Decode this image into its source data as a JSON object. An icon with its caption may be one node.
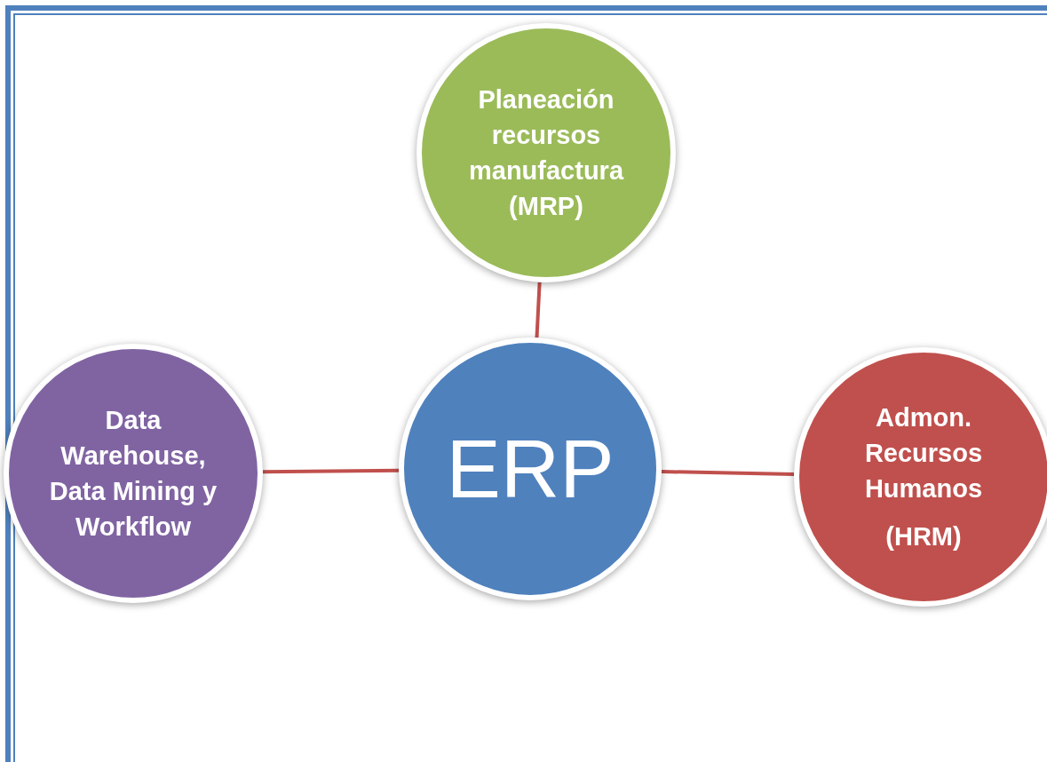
{
  "diagram": {
    "nodes": [
      {
        "text": [
          "Planeación recursos manufactura (MRP)"
        ]
      },
      {
        "text": [
          "Data Warehouse, Data Mining y Workflow"
        ]
      },
      {
        "text": [
          "ERP"
        ]
      },
      {
        "text": [
          "Admon. Recursos Humanos",
          "(HRM)"
        ]
      }
    ],
    "edges": [
      {
        "from": 0,
        "to": 2,
        "arrow": "none"
      },
      {
        "from": 1,
        "to": 2,
        "arrow": "none"
      },
      {
        "from": 2,
        "to": 3,
        "arrow": "none"
      }
    ]
  }
}
